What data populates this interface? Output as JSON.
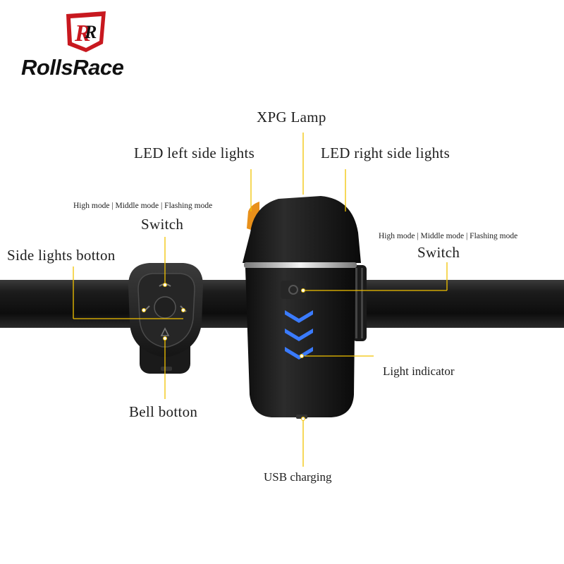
{
  "brand": {
    "name": "RollsRace",
    "logo_icon": "rr-shield-logo",
    "logo_color": "#c8181f"
  },
  "labels": {
    "xpg_lamp": "XPG Lamp",
    "led_left": "LED left side lights",
    "led_right": "LED right side lights",
    "remote_modes": "High mode |   Middle mode | Flashing mode",
    "remote_switch": "Switch",
    "side_lights_button": "Side lights botton",
    "lamp_modes": "High mode |    Middle mode | Flashing mode",
    "lamp_switch": "Switch",
    "light_indicator": "Light indicator",
    "bell_button": "Bell botton",
    "usb_charging": "USB charging"
  },
  "colors": {
    "callout_line": "#f2c200",
    "side_light_amber": "#e8901a",
    "indicator_blue": "#3a7bff"
  }
}
